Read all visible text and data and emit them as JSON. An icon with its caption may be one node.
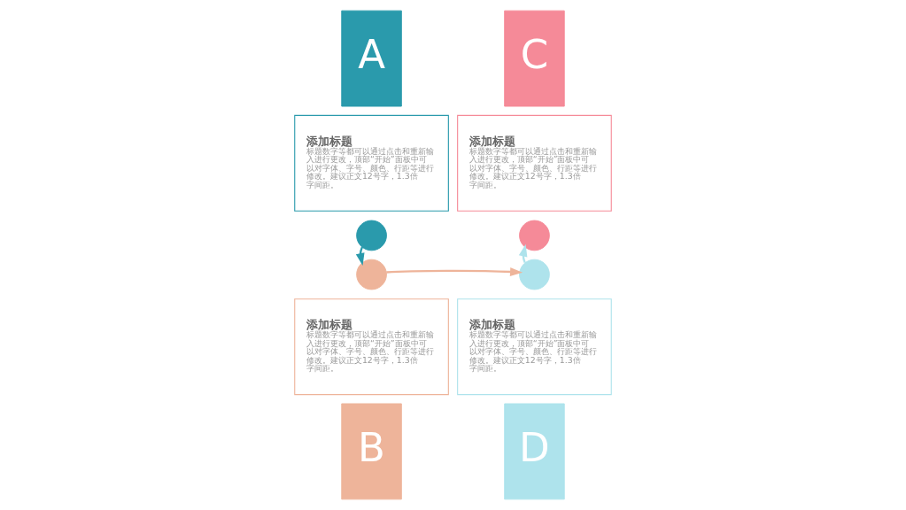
{
  "diagram": {
    "nodes": [
      {
        "text": [
          "A"
        ]
      },
      {
        "text": [
          "添加标题",
          "标题数字等都可以通过点击和重新输入进行更改，顶部“开始”面板中可以对字体、字号、颜色、行距等进行修改。建议正文12号字，1.3倍字间距。"
        ]
      },
      {
        "text": [
          "添加标题",
          "标题数字等都可以通过点击和重新输入进行更改，顶部“开始”面板中可以对字体、字号、颜色、行距等进行修改。建议正文12号字，1.3倍字间距。"
        ]
      },
      {
        "text": [
          "B"
        ]
      },
      {
        "text": [
          "C"
        ]
      },
      {
        "text": [
          "添加标题",
          "标题数字等都可以通过点击和重新输入进行更改，顶部“开始”面板中可以对字体、字号、颜色、行距等进行修改。建议正文12号字，1.3倍字间距。"
        ]
      },
      {
        "text": [
          "添加标题",
          "标题数字等都可以通过点击和重新输入进行更改，顶部“开始”面板中可以对字体、字号、颜色、行距等进行修改。建议正文12号字，1.3倍字间距。"
        ]
      },
      {
        "text": [
          "D"
        ]
      },
      {
        "text": [],
        "shape": "circle"
      },
      {
        "text": [],
        "shape": "circle"
      },
      {
        "text": [],
        "shape": "circle"
      },
      {
        "text": [],
        "shape": "circle"
      }
    ],
    "edges": [
      {
        "from": 8,
        "to": 9,
        "arrow": "to",
        "color": "#2a9aac"
      },
      {
        "from": 9,
        "to": 10,
        "arrow": "to",
        "color": "#eeb49a"
      },
      {
        "from": 10,
        "to": 11,
        "arrow": "to",
        "color": "#aee3ec"
      }
    ]
  }
}
